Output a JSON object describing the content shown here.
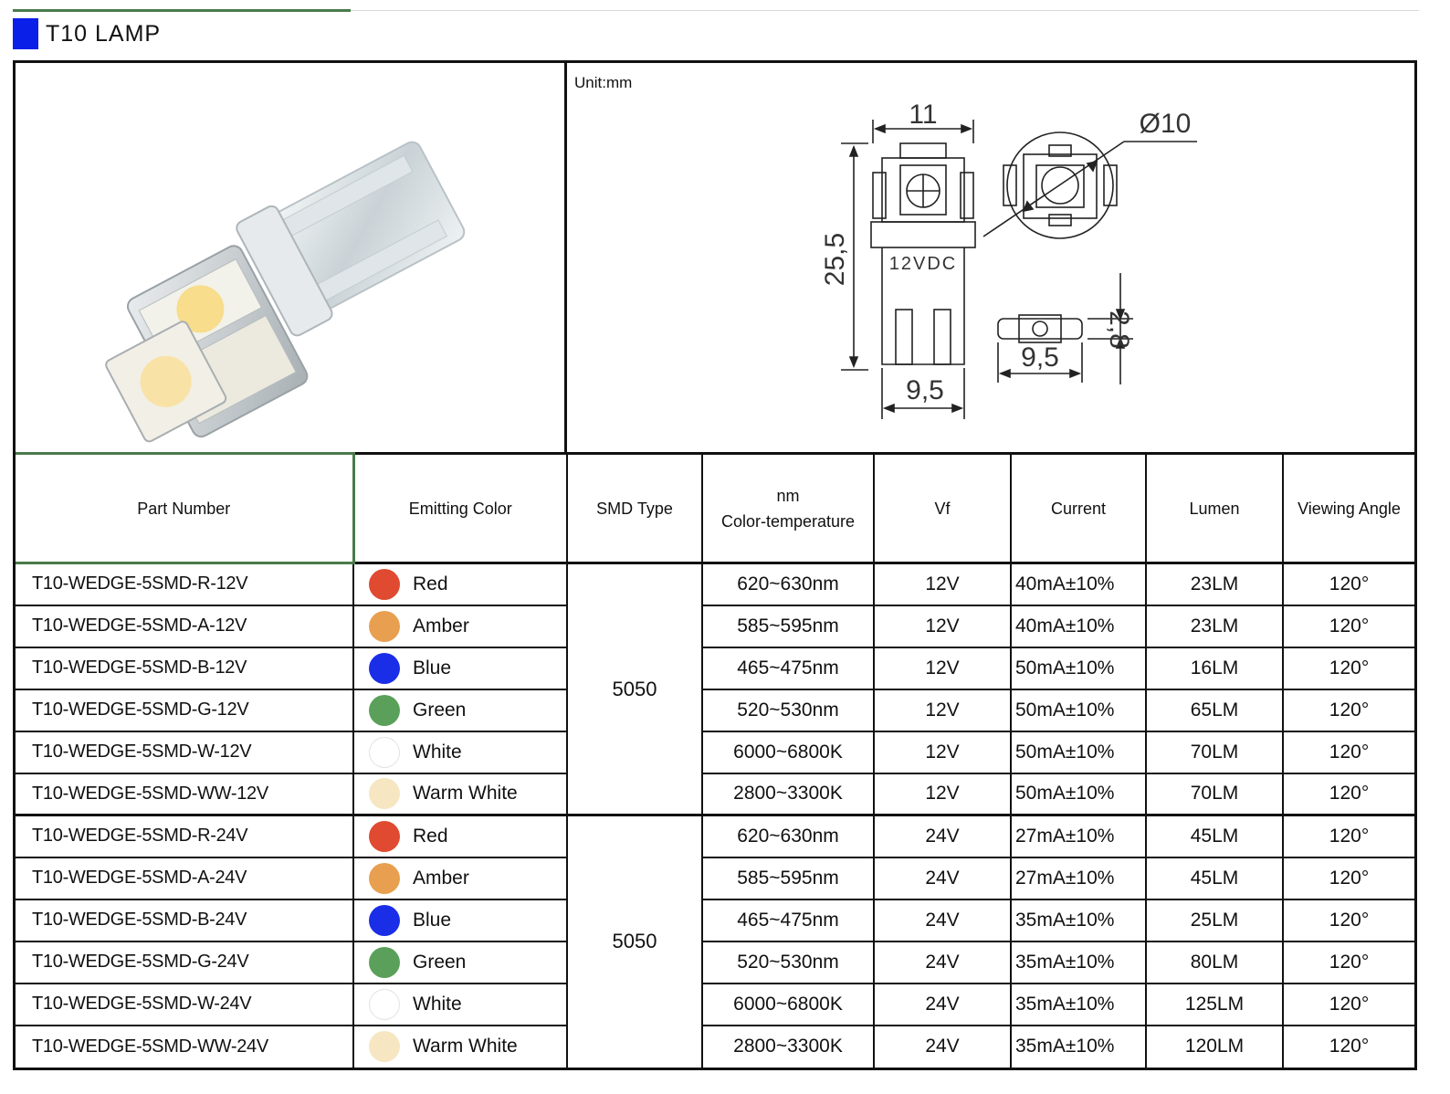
{
  "title": "T10  LAMP",
  "colors": {
    "title_swatch": "#0a1fe8",
    "accent_green": "#4a7a4a"
  },
  "drawing": {
    "unit": "Unit:mm",
    "dim_width": "11",
    "dim_diameter": "Ø10",
    "dim_height": "25,5",
    "dim_base": "9,5",
    "dim_side_width": "9,5",
    "dim_side_thickness": "2,8",
    "voltage_mark": "12VDC"
  },
  "table": {
    "headers": {
      "part_number": "Part Number",
      "emitting_color": "Emitting Color",
      "smd_type": "SMD Type",
      "nm": "nm",
      "color_temperature": "Color-temperature",
      "vf": "Vf",
      "current": "Current",
      "lumen": "Lumen",
      "viewing_angle": "Viewing Angle"
    },
    "groups": [
      {
        "smd_type": "5050",
        "rows": [
          {
            "part": "T10-WEDGE-5SMD-R-12V",
            "color": "Red",
            "dot": "#e04a30",
            "wl": "620~630nm",
            "vf": "12V",
            "current": "40mA±10%",
            "lumen": "23LM",
            "angle": "120°"
          },
          {
            "part": "T10-WEDGE-5SMD-A-12V",
            "color": "Amber",
            "dot": "#e8a050",
            "wl": "585~595nm",
            "vf": "12V",
            "current": "40mA±10%",
            "lumen": "23LM",
            "angle": "120°"
          },
          {
            "part": "T10-WEDGE-5SMD-B-12V",
            "color": "Blue",
            "dot": "#1a2ee8",
            "wl": "465~475nm",
            "vf": "12V",
            "current": "50mA±10%",
            "lumen": "16LM",
            "angle": "120°"
          },
          {
            "part": "T10-WEDGE-5SMD-G-12V",
            "color": "Green",
            "dot": "#5aa05a",
            "wl": "520~530nm",
            "vf": "12V",
            "current": "50mA±10%",
            "lumen": "65LM",
            "angle": "120°"
          },
          {
            "part": "T10-WEDGE-5SMD-W-12V",
            "color": "White",
            "dot": "#ffffff",
            "wl": "6000~6800K",
            "vf": "12V",
            "current": "50mA±10%",
            "lumen": "70LM",
            "angle": "120°"
          },
          {
            "part": "T10-WEDGE-5SMD-WW-12V",
            "color": "Warm White",
            "dot": "#f6e6c2",
            "wl": "2800~3300K",
            "vf": "12V",
            "current": "50mA±10%",
            "lumen": "70LM",
            "angle": "120°"
          }
        ]
      },
      {
        "smd_type": "5050",
        "rows": [
          {
            "part": "T10-WEDGE-5SMD-R-24V",
            "color": "Red",
            "dot": "#e04a30",
            "wl": "620~630nm",
            "vf": "24V",
            "current": "27mA±10%",
            "lumen": "45LM",
            "angle": "120°"
          },
          {
            "part": "T10-WEDGE-5SMD-A-24V",
            "color": "Amber",
            "dot": "#e8a050",
            "wl": "585~595nm",
            "vf": "24V",
            "current": "27mA±10%",
            "lumen": "45LM",
            "angle": "120°"
          },
          {
            "part": "T10-WEDGE-5SMD-B-24V",
            "color": "Blue",
            "dot": "#1a2ee8",
            "wl": "465~475nm",
            "vf": "24V",
            "current": "35mA±10%",
            "lumen": "25LM",
            "angle": "120°"
          },
          {
            "part": "T10-WEDGE-5SMD-G-24V",
            "color": "Green",
            "dot": "#5aa05a",
            "wl": "520~530nm",
            "vf": "24V",
            "current": "35mA±10%",
            "lumen": "80LM",
            "angle": "120°"
          },
          {
            "part": "T10-WEDGE-5SMD-W-24V",
            "color": "White",
            "dot": "#ffffff",
            "wl": "6000~6800K",
            "vf": "24V",
            "current": "35mA±10%",
            "lumen": "125LM",
            "angle": "120°"
          },
          {
            "part": "T10-WEDGE-5SMD-WW-24V",
            "color": "Warm White",
            "dot": "#f6e6c2",
            "wl": "2800~3300K",
            "vf": "24V",
            "current": "35mA±10%",
            "lumen": "120LM",
            "angle": "120°"
          }
        ]
      }
    ]
  }
}
